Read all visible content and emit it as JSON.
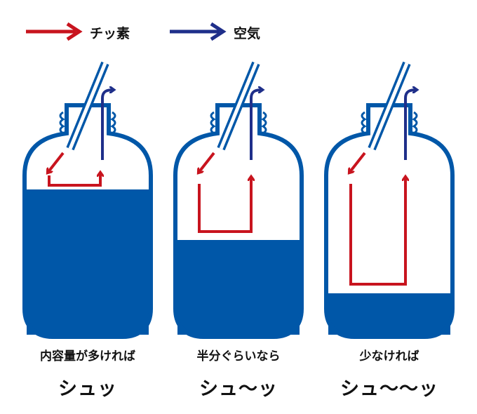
{
  "legend": {
    "nitrogen_label": "チッ素",
    "air_label": "空気",
    "nitrogen_color": "#c8141e",
    "air_color": "#1f2f8a"
  },
  "bottle_colors": {
    "liquid": "#0057a8",
    "outline": "#0057a8",
    "thread": "#0057a8"
  },
  "panels": [
    {
      "condition": "内容量が多ければ",
      "sound": "シュッ",
      "fill_level_fraction": 0.75
    },
    {
      "condition": "半分ぐらいなら",
      "sound": "シュ〜ッ",
      "fill_level_fraction": 0.5
    },
    {
      "condition": "少なければ",
      "sound": "シュ〜〜ッ",
      "fill_level_fraction": 0.22
    }
  ]
}
